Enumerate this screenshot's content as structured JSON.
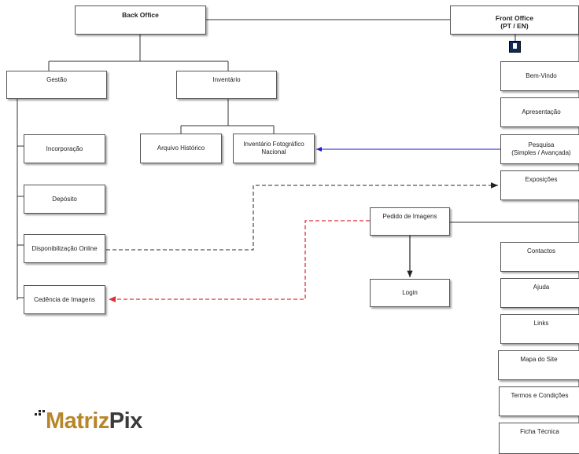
{
  "nodes": {
    "back_office": "Back Office",
    "front_office": "Front Office\n(PT / EN)",
    "gestao": "Gestão",
    "inventario": "Inventário",
    "incorporacao": "Incorporação",
    "deposito": "Depósito",
    "disponibilizacao": "Disponibilização Online",
    "cedencia": "Cedência de Imagens",
    "arquivo": "Arquivo Histórico",
    "inventario_foto": "Inventário Fotográfico\nNacional",
    "pedido": "Pedido de Imagens",
    "login": "Login",
    "bem_vindo": "Bem-Vindo",
    "apresentacao": "Apresentação",
    "pesquisa": "Pesquisa\n(Simples / Avançada)",
    "exposicoes": "Exposições",
    "contactos": "Contactos",
    "ajuda": "Ajuda",
    "links": "Links",
    "mapa": "Mapa do Site",
    "termos": "Termos e Condições",
    "ficha": "Ficha Técnica"
  },
  "logo": {
    "part1": "Matriz",
    "part2": "Pix"
  },
  "colors": {
    "line": "#333333",
    "blue_connector": "#1a1acc",
    "gray_dashed": "#555555",
    "red_dashed": "#e03030",
    "logo_gold": "#b8862a",
    "logo_dark": "#3a3a3a",
    "icon_bg": "#0d2a5c"
  },
  "icons": {
    "front_office_marker": "document-icon"
  }
}
